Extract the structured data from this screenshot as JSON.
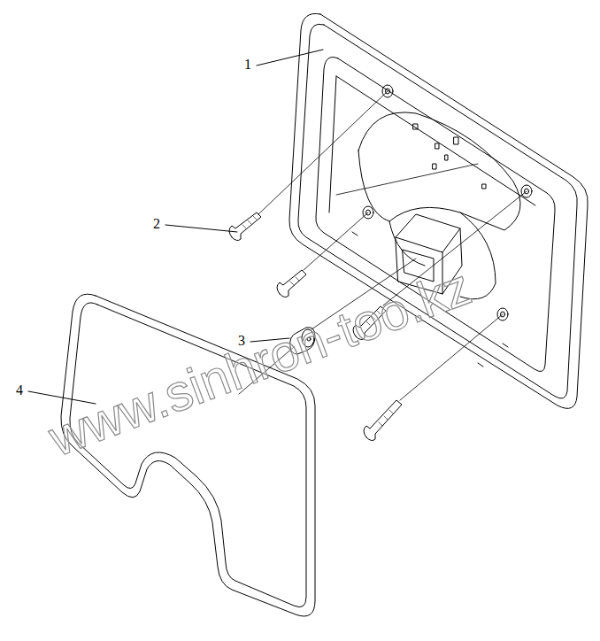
{
  "diagram": {
    "labels": [
      "1",
      "2",
      "3",
      "4",
      "www.sinhron-too.kz"
    ]
  }
}
